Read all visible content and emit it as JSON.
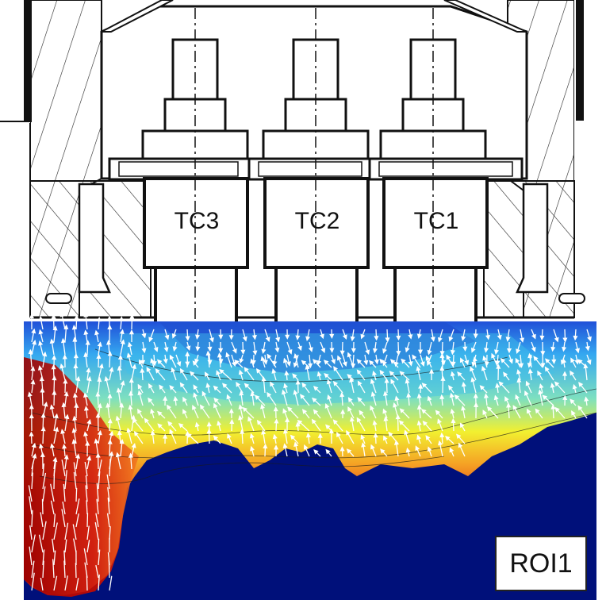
{
  "labels": {
    "tc3": "TC3",
    "tc2": "TC2",
    "tc1": "TC1",
    "roi": "ROI1"
  },
  "colors": {
    "line": "#111111",
    "background_fluid": "#00107a",
    "hot": "#a00000",
    "warm": "#f2a020",
    "mid": "#f5f02a",
    "cool": "#4ac8e8",
    "cold": "#1f5fd0",
    "vector": "#ffffff"
  },
  "thermocouple_count": 3,
  "legend_style": "colormap contour with velocity vectors"
}
